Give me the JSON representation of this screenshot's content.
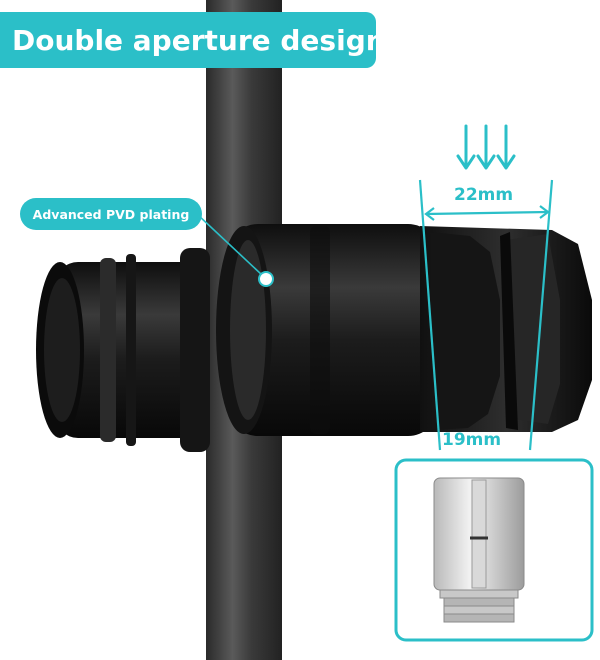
{
  "title": "Double aperture design",
  "callout": "Advanced PVD plating",
  "dimensions": {
    "top_width": "22mm",
    "bottom_width": "19mm"
  },
  "icons": [
    "down-arrows-icon",
    "callout-pointer-icon",
    "measurement-line-icon",
    "clip-detail-icon"
  ],
  "colors": {
    "accent": "#2bbfc8",
    "product": "#1b1b1b",
    "rod": "#4a4a4a",
    "background": "#ffffff"
  }
}
